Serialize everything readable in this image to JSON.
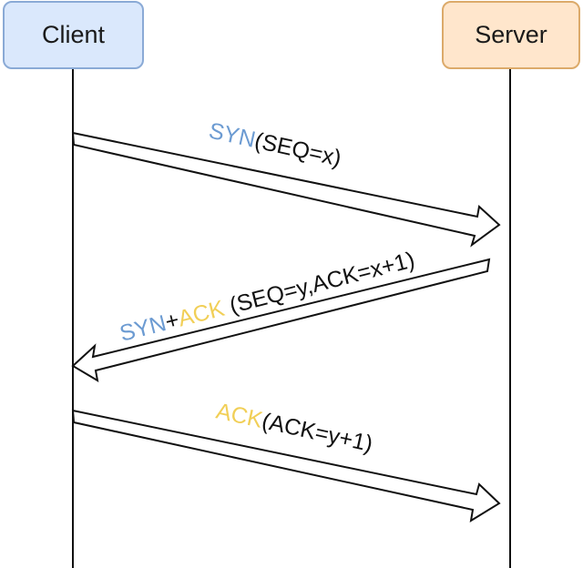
{
  "participants": {
    "client": "Client",
    "server": "Server"
  },
  "messages": [
    {
      "parts": [
        {
          "text": "SYN",
          "color": "#6c9bd2"
        },
        {
          "text": "(SEQ=x)",
          "color": "#111111"
        }
      ]
    },
    {
      "parts": [
        {
          "text": "SYN",
          "color": "#6c9bd2"
        },
        {
          "text": "+",
          "color": "#111111"
        },
        {
          "text": "ACK",
          "color": "#f1cf57"
        },
        {
          "text": " (SEQ=y,ACK=x+1)",
          "color": "#111111"
        }
      ]
    },
    {
      "parts": [
        {
          "text": "ACK",
          "color": "#f1cf57"
        },
        {
          "text": "(ACK=y+1)",
          "color": "#111111"
        }
      ]
    }
  ],
  "colors": {
    "client_fill": "#dae8fc",
    "client_border": "#8aaad6",
    "server_fill": "#ffe6cc",
    "server_border": "#dcaa6a",
    "syn": "#6c9bd2",
    "ack": "#f1cf57"
  }
}
